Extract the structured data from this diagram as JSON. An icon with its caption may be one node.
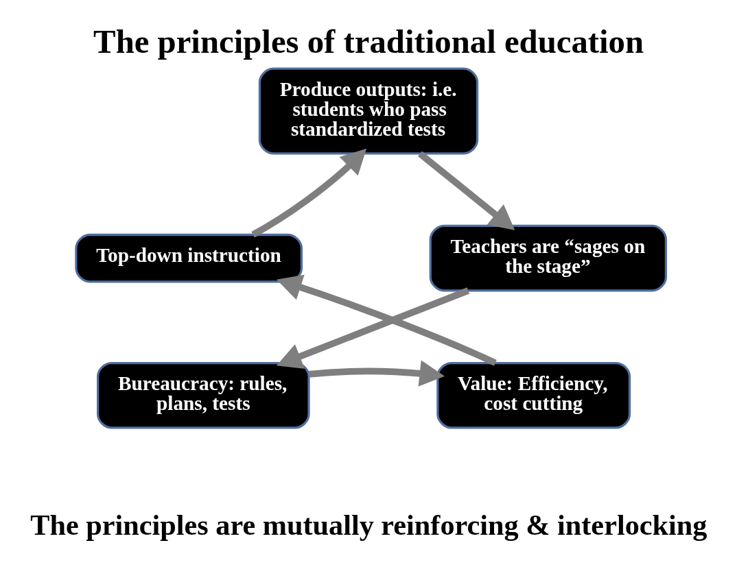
{
  "diagram": {
    "title": "The principles of traditional education",
    "caption": "The principles are mutually reinforcing & interlocking",
    "nodes": [
      {
        "text": [
          "Produce outputs: i.e. students who pass standardized tests"
        ]
      },
      {
        "text": [
          "Teachers are “sages on the stage”"
        ]
      },
      {
        "text": [
          "Bureaucracy: rules, plans, tests"
        ]
      },
      {
        "text": [
          "Value: Efficiency, cost cutting"
        ]
      },
      {
        "text": [
          "Top-down instruction"
        ]
      }
    ],
    "edges": [
      {
        "from": 0,
        "to": 1,
        "arrow": "to"
      },
      {
        "from": 1,
        "to": 2,
        "arrow": "to"
      },
      {
        "from": 2,
        "to": 3,
        "arrow": "to"
      },
      {
        "from": 3,
        "to": 4,
        "arrow": "to"
      },
      {
        "from": 4,
        "to": 0,
        "arrow": "to"
      }
    ]
  }
}
